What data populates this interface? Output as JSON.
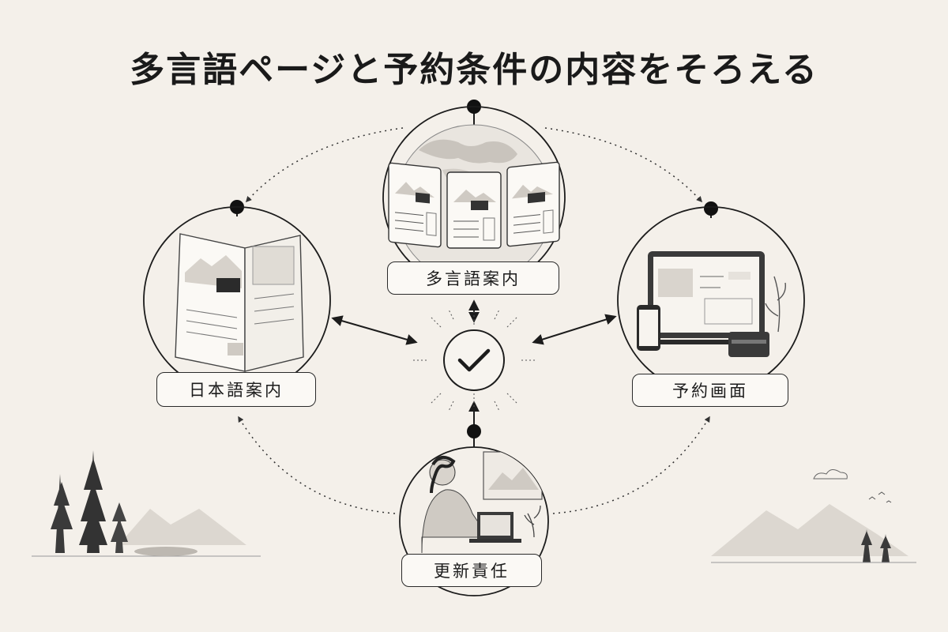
{
  "title": "多言語ページと予約条件の内容をそろえる",
  "nodes": {
    "multilingual": {
      "label": "多言語案内",
      "icon": "globe-with-guide-pages"
    },
    "japanese": {
      "label": "日本語案内",
      "icon": "open-brochure"
    },
    "booking": {
      "label": "予約画面",
      "icon": "booking-devices"
    },
    "owner": {
      "label": "更新責任",
      "icon": "person-at-laptop"
    }
  },
  "center": {
    "icon": "check-icon"
  },
  "colors": {
    "ink": "#1c1c1c",
    "paper": "#f4f0ea",
    "line": "#2a2a2a"
  }
}
